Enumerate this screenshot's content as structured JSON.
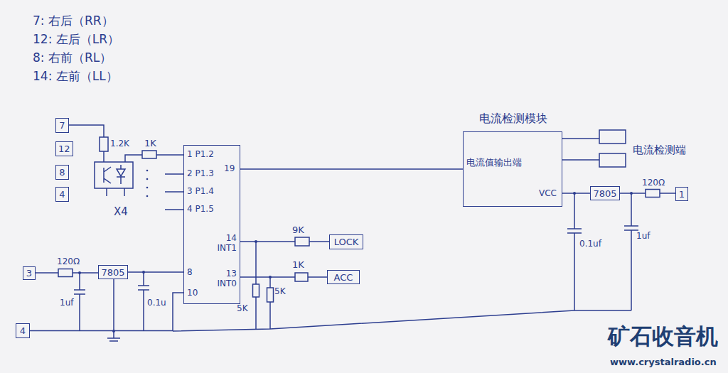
{
  "diagram": {
    "nodes": [
      {
        "text": [
          "7"
        ]
      },
      {
        "text": [
          "12"
        ]
      },
      {
        "text": [
          "8"
        ]
      },
      {
        "text": [
          "4"
        ]
      },
      {
        "text": [
          "1 P1.2",
          "2 P1.3",
          "3 P1.4",
          "4 P1.5",
          "19",
          "14 INT1",
          "13 INT0",
          "8",
          "10"
        ]
      },
      {
        "text": [
          "电流检测模块",
          "电流值输出端",
          "VCC"
        ]
      },
      {
        "text": [
          "7805"
        ]
      },
      {
        "text": [
          "1"
        ]
      },
      {
        "text": [
          "LOCK"
        ]
      },
      {
        "text": [
          "ACC"
        ]
      },
      {
        "text": [
          "3"
        ]
      },
      {
        "text": [
          "7805"
        ]
      },
      {
        "text": [
          "4"
        ]
      }
    ],
    "edges": [
      {
        "from": 4,
        "to": 5,
        "arrow": "none"
      },
      {
        "from": 11,
        "to": 4,
        "arrow": "none"
      },
      {
        "from": 5,
        "to": 6,
        "arrow": "none"
      },
      {
        "from": 12,
        "to": 4,
        "arrow": "none"
      }
    ],
    "labels": [
      "7: 右后（RR）",
      "12: 左后（LR）",
      "8: 右前（RL）",
      "14: 左前（LL）",
      "1.2K",
      "1K",
      "X4",
      "9K",
      "5K",
      "5K",
      "1K",
      "120Ω",
      "1uf",
      "0.1u",
      "电流检测端",
      "120Ω",
      "0.1uf",
      "1uf",
      "矿石收音机",
      "www.crystalradio.cn"
    ]
  }
}
